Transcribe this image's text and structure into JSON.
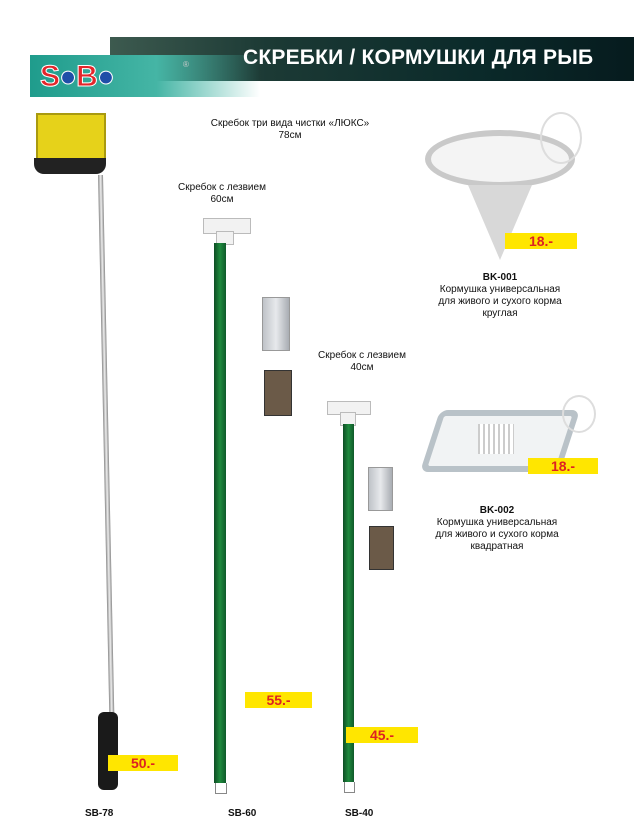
{
  "header": {
    "title": "СКРЕБКИ / КОРМУШКИ ДЛЯ РЫБ",
    "logo": "SOBO",
    "registered": "®"
  },
  "products": {
    "sb78": {
      "caption1": "Скребок три вида чистки «ЛЮКС»",
      "caption2": "78см",
      "price": "50.-",
      "code": "SB-78"
    },
    "sb60": {
      "caption1": "Скребок с лезвием",
      "caption2": "60см",
      "price": "55.-",
      "code": "SB-60"
    },
    "sb40": {
      "caption1": "Скребок с лезвием",
      "caption2": "40см",
      "price": "45.-",
      "code": "SB-40"
    },
    "bk001": {
      "code": "BK-001",
      "line1": "Кормушка универсальная",
      "line2": "для живого и сухого корма",
      "line3": "круглая",
      "price": "18.-"
    },
    "bk002": {
      "code": "BK-002",
      "line1": "Кормушка универсальная",
      "line2": "для живого и сухого корма",
      "line3": "квадратная",
      "price": "18.-"
    }
  },
  "colors": {
    "price_bg": "#ffe600",
    "price_text": "#dd2222",
    "rod": "#1f8a3e"
  }
}
